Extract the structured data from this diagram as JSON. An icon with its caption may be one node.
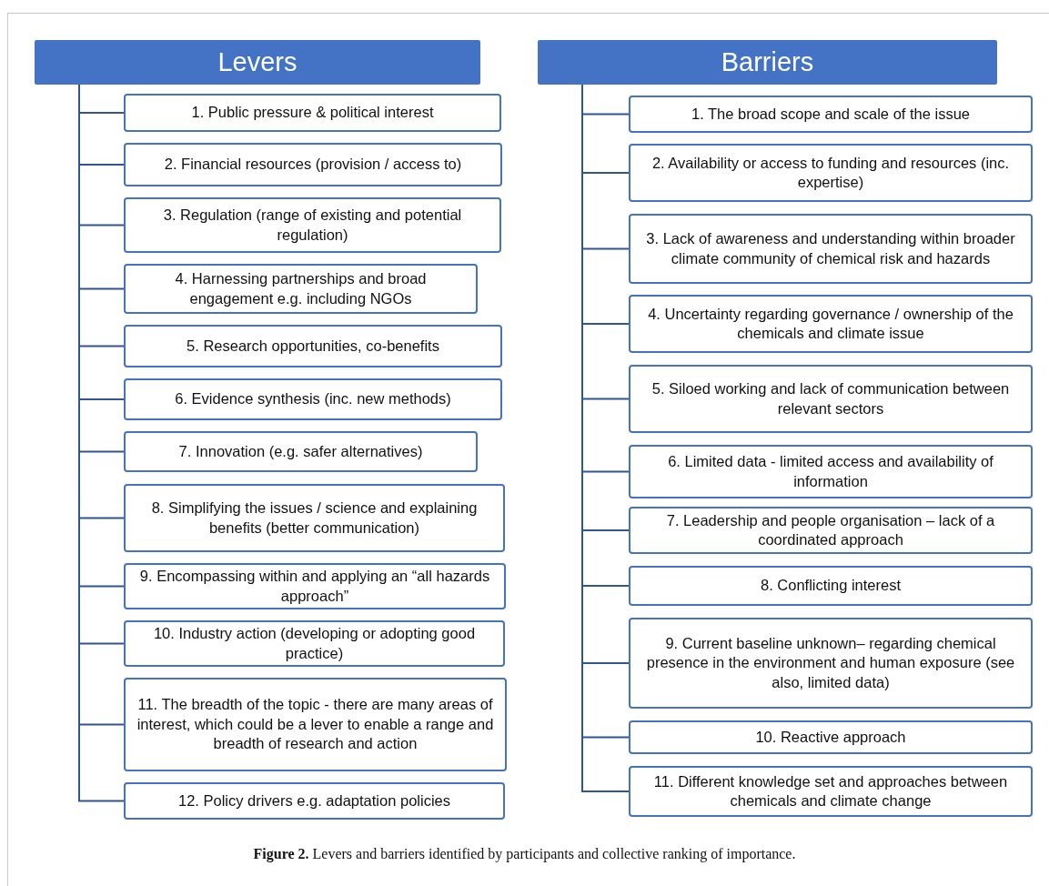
{
  "diagram": {
    "caption": "**Figure 2.** Levers and barriers identified by participants and collective ranking of importance.",
    "nodes": [
      {
        "text": [
          "Levers"
        ]
      },
      {
        "text": [
          "1. Public pressure & political interest"
        ]
      },
      {
        "text": [
          "2. Financial resources (provision / access to)"
        ]
      },
      {
        "text": [
          "3. Regulation (range of existing and potential regulation)"
        ]
      },
      {
        "text": [
          "4. Harnessing partnerships and broad engagement e.g. including NGOs"
        ]
      },
      {
        "text": [
          "5. Research opportunities, co-benefits"
        ]
      },
      {
        "text": [
          "6. Evidence synthesis (inc. new methods)"
        ]
      },
      {
        "text": [
          "7. Innovation (e.g. safer alternatives)"
        ]
      },
      {
        "text": [
          "8. Simplifying the issues / science and explaining benefits (better communication)"
        ]
      },
      {
        "text": [
          "9. Encompassing within and applying an “all hazards approach”"
        ]
      },
      {
        "text": [
          "10. Industry action (developing or adopting good practice)"
        ]
      },
      {
        "text": [
          "11. The breadth of the topic - there are many areas of interest, which could be a lever to enable a range and breadth of research and action"
        ]
      },
      {
        "text": [
          "12. Policy drivers e.g. adaptation policies"
        ]
      },
      {
        "text": [
          "Barriers"
        ]
      },
      {
        "text": [
          "1. The broad scope and scale of the issue"
        ]
      },
      {
        "text": [
          "2. Availability or access to funding and resources (inc. expertise)"
        ]
      },
      {
        "text": [
          "3. Lack of awareness and understanding within broader climate community of chemical risk and hazards"
        ]
      },
      {
        "text": [
          "4. Uncertainty regarding governance / ownership of the chemicals and climate issue"
        ]
      },
      {
        "text": [
          "5. Siloed working and lack of communication between relevant sectors"
        ]
      },
      {
        "text": [
          "6. Limited data - limited access and availability of information"
        ]
      },
      {
        "text": [
          "7. Leadership and people organisation – lack of a coordinated approach"
        ]
      },
      {
        "text": [
          "8. Conflicting interest"
        ]
      },
      {
        "text": [
          "9. Current baseline unknown– regarding chemical presence in the environment and human exposure (see also, limited data)"
        ]
      },
      {
        "text": [
          "10. Reactive approach"
        ]
      },
      {
        "text": [
          "11. Different knowledge set and approaches between chemicals and climate change"
        ]
      }
    ],
    "edges": [
      {
        "from": 0,
        "to": 1,
        "arrow": "none"
      },
      {
        "from": 0,
        "to": 2,
        "arrow": "none"
      },
      {
        "from": 0,
        "to": 3,
        "arrow": "none"
      },
      {
        "from": 0,
        "to": 4,
        "arrow": "none"
      },
      {
        "from": 0,
        "to": 5,
        "arrow": "none"
      },
      {
        "from": 0,
        "to": 6,
        "arrow": "none"
      },
      {
        "from": 0,
        "to": 7,
        "arrow": "none"
      },
      {
        "from": 0,
        "to": 8,
        "arrow": "none"
      },
      {
        "from": 0,
        "to": 9,
        "arrow": "none"
      },
      {
        "from": 0,
        "to": 10,
        "arrow": "none"
      },
      {
        "from": 0,
        "to": 11,
        "arrow": "none"
      },
      {
        "from": 0,
        "to": 12,
        "arrow": "none"
      },
      {
        "from": 13,
        "to": 14,
        "arrow": "none"
      },
      {
        "from": 13,
        "to": 15,
        "arrow": "none"
      },
      {
        "from": 13,
        "to": 16,
        "arrow": "none"
      },
      {
        "from": 13,
        "to": 17,
        "arrow": "none"
      },
      {
        "from": 13,
        "to": 18,
        "arrow": "none"
      },
      {
        "from": 13,
        "to": 19,
        "arrow": "none"
      },
      {
        "from": 13,
        "to": 20,
        "arrow": "none"
      },
      {
        "from": 13,
        "to": 21,
        "arrow": "none"
      },
      {
        "from": 13,
        "to": 22,
        "arrow": "none"
      },
      {
        "from": 13,
        "to": 23,
        "arrow": "none"
      },
      {
        "from": 13,
        "to": 24,
        "arrow": "none"
      }
    ]
  }
}
